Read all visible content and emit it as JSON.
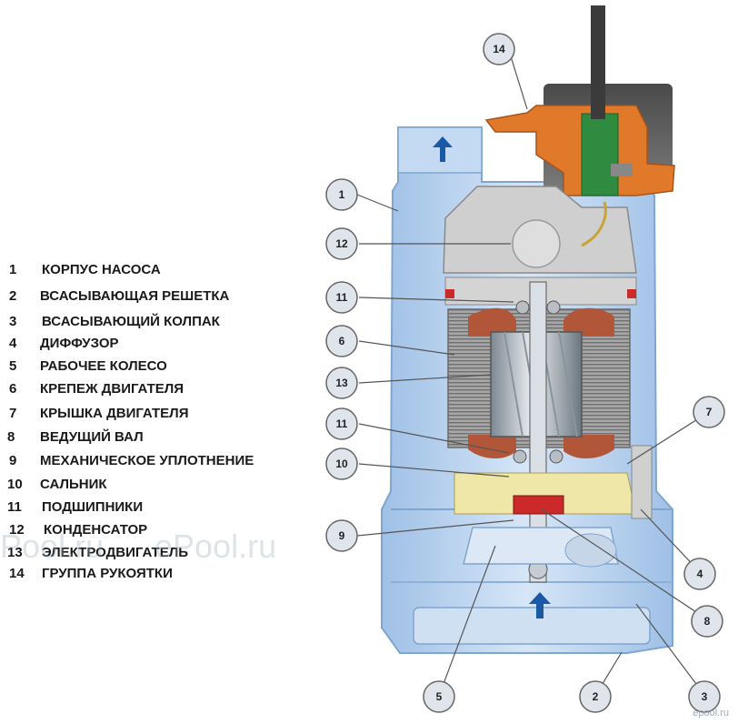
{
  "legend": [
    {
      "num": "1",
      "label": "КОРПУС НАСОСА"
    },
    {
      "num": "2",
      "label": "ВСАСЫВАЮЩАЯ РЕШЕТКА"
    },
    {
      "num": "3",
      "label": "ВСАСЫВАЮЩИЙ КОЛПАК"
    },
    {
      "num": "4",
      "label": "ДИФФУЗОР"
    },
    {
      "num": "5",
      "label": "РАБОЧЕЕ КОЛЕСО"
    },
    {
      "num": "6",
      "label": "КРЕПЕЖ ДВИГАТЕЛЯ"
    },
    {
      "num": "7",
      "label": "КРЫШКА ДВИГАТЕЛЯ"
    },
    {
      "num": "8",
      "label": "ВЕДУЩИЙ ВАЛ"
    },
    {
      "num": "9",
      "label": "МЕХАНИЧЕСКОЕ УПЛОТНЕНИЕ"
    },
    {
      "num": "10",
      "label": "САЛЬНИК"
    },
    {
      "num": "11",
      "label": "ПОДШИПНИКИ"
    },
    {
      "num": "12",
      "label": "КОНДЕНСАТОР"
    },
    {
      "num": "13",
      "label": "ЭЛЕКТРОДВИГАТЕЛЬ"
    },
    {
      "num": "14",
      "label": "ГРУППА РУКОЯТКИ"
    }
  ],
  "callouts": [
    "14",
    "1",
    "12",
    "11",
    "6",
    "13",
    "11",
    "10",
    "9",
    "7",
    "4",
    "8",
    "5",
    "2",
    "3"
  ],
  "watermark": "ePool.ru",
  "brand": "epool.ru",
  "colors": {
    "housing": "#b9d3ee",
    "housing_dark": "#7fa6cf",
    "handle": "#e07a2a",
    "motor_cap": "#d0d0d0",
    "stator": "#8c8c8c",
    "windings": "#b2563a",
    "oil": "#efe7a8",
    "seal": "#cc2a2a",
    "arrow": "#1a58a8",
    "callout_fill": "#dfe5ea"
  }
}
